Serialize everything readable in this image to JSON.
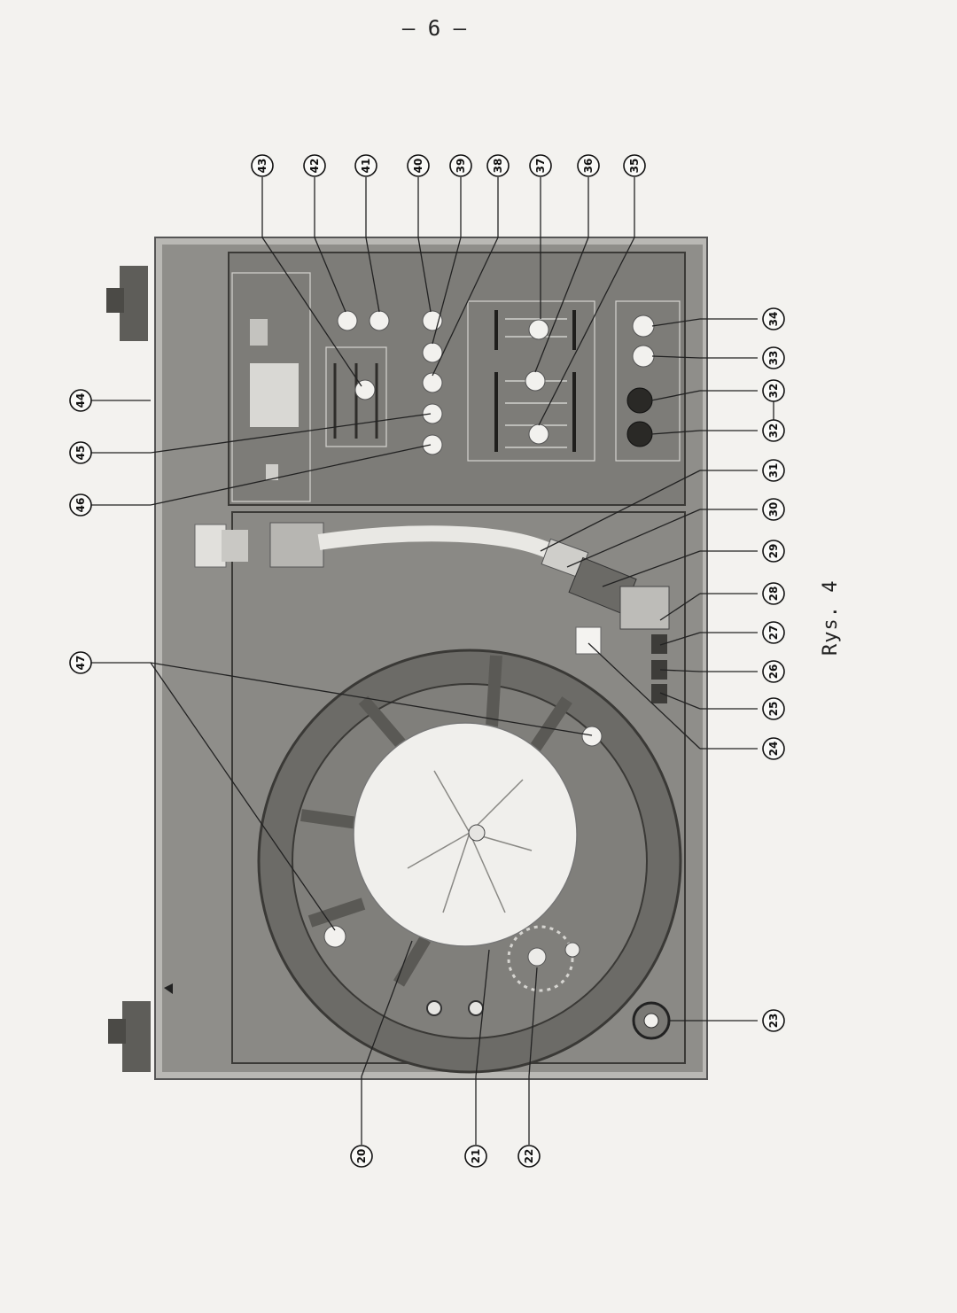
{
  "page_number": "— 6 —",
  "caption": "Rys. 4",
  "callouts": {
    "c20": "20",
    "c21": "21",
    "c22": "22",
    "c23": "23",
    "c24": "24",
    "c25": "25",
    "c26": "26",
    "c27": "27",
    "c28": "28",
    "c29": "29",
    "c30": "30",
    "c31": "31",
    "c32a": "32",
    "c32b": "32",
    "c33": "33",
    "c34": "34",
    "c35": "35",
    "c36": "36",
    "c37": "37",
    "c38": "38",
    "c39": "39",
    "c40": "40",
    "c41": "41",
    "c42": "42",
    "c43": "43",
    "c44": "44",
    "c45": "45",
    "c46": "46",
    "c47": "47"
  },
  "colors": {
    "panel": "#8c8b87",
    "panel_dark": "#6f6e6a",
    "frame": "#b9b8b4",
    "platter": "#ededeb",
    "mat_ring": "#77766f"
  }
}
